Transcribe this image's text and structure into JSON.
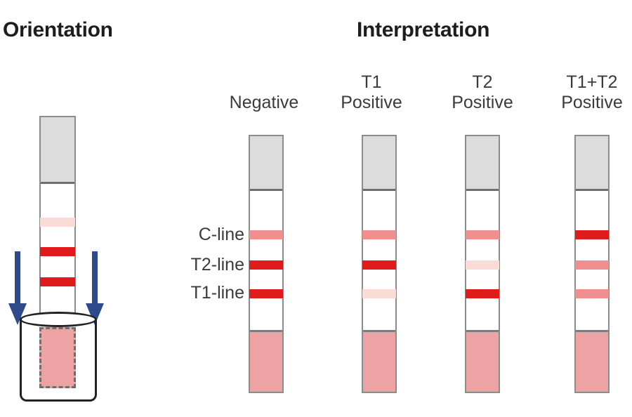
{
  "headings": {
    "orientation": "Orientation",
    "interpretation": "Interpretation"
  },
  "line_legend": {
    "c_line": "C-line",
    "t2_line": "T2-line",
    "t1_line": "T1-line"
  },
  "colors": {
    "band_strong": "#e01b1b",
    "band_medium": "#f08f8f",
    "band_faint": "#fadcd6",
    "cap_gray": "#dcdcdc",
    "wick_pink": "#eda3a3",
    "arrow_blue": "#2e4a8a",
    "strip_border": "#8c8c8c",
    "text_dark": "#1d1d1d",
    "label_gray": "#3b3b3b"
  },
  "orientation": {
    "strip_name": "orientation-test-strip",
    "arrow_left_name": "dip-direction-arrow-left",
    "arrow_right_name": "dip-direction-arrow-right",
    "cup_name": "sample-collection-cup",
    "bands": [
      {
        "id": "c-line",
        "intensity": "faint"
      },
      {
        "id": "t2-line",
        "intensity": "strong"
      },
      {
        "id": "t1-line",
        "intensity": "strong"
      }
    ]
  },
  "interpretation": {
    "strips": [
      {
        "label_line1": "",
        "label_line2": "Negative",
        "result": "Negative",
        "bands": [
          {
            "id": "c-line",
            "intensity": "medium"
          },
          {
            "id": "t2-line",
            "intensity": "strong"
          },
          {
            "id": "t1-line",
            "intensity": "strong"
          }
        ]
      },
      {
        "label_line1": "T1",
        "label_line2": "Positive",
        "result": "T1 Positive",
        "bands": [
          {
            "id": "c-line",
            "intensity": "medium"
          },
          {
            "id": "t2-line",
            "intensity": "strong"
          },
          {
            "id": "t1-line",
            "intensity": "faint"
          }
        ]
      },
      {
        "label_line1": "T2",
        "label_line2": "Positive",
        "result": "T2 Positive",
        "bands": [
          {
            "id": "c-line",
            "intensity": "medium"
          },
          {
            "id": "t2-line",
            "intensity": "faint"
          },
          {
            "id": "t1-line",
            "intensity": "strong"
          }
        ]
      },
      {
        "label_line1": "T1+T2",
        "label_line2": "Positive",
        "result": "T1+T2 Positive",
        "bands": [
          {
            "id": "c-line",
            "intensity": "strong"
          },
          {
            "id": "t2-line",
            "intensity": "medium"
          },
          {
            "id": "t1-line",
            "intensity": "medium"
          }
        ]
      }
    ]
  }
}
